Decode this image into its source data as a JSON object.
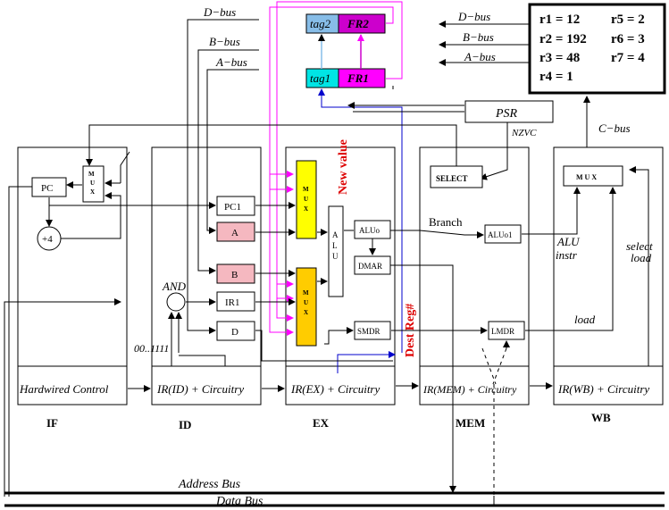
{
  "registers": {
    "r1": "r1 = 12",
    "r2": "r2 = 192",
    "r3": "r3 = 48",
    "r4": "r4 = 1",
    "r5": "r5 = 2",
    "r6": "r6 = 3",
    "r7": "r7 = 4"
  },
  "buses": {
    "d_bus": "D−bus",
    "b_bus": "B−bus",
    "a_bus": "A−bus",
    "c_bus": "C−bus",
    "address_bus": "Address Bus",
    "data_bus": "Data Bus"
  },
  "tags": {
    "tag2": "tag2",
    "fr2": "FR2",
    "tag1": "tag1",
    "fr1": "FR1"
  },
  "labels": {
    "psr": "PSR",
    "nzvc": "NZVC",
    "select": "SELECT",
    "branch": "Branch",
    "new_value": "New value",
    "dest_reg": "Dest Reg#",
    "and": "AND",
    "const_1111": "00..1111",
    "alu_instr_1": "ALU",
    "alu_instr_2": "instr",
    "select_load_1": "select",
    "select_load_2": "load",
    "load": "load"
  },
  "units": {
    "pc": "PC",
    "plus4": "+4",
    "mux": "M\nU\nX",
    "mux_wb": "M U X",
    "pc1": "PC1",
    "a": "A",
    "b": "B",
    "ir1": "IR1",
    "d": "D",
    "alu": "ALU",
    "aluo": "ALUo",
    "dmar": "DMAR",
    "smdr": "SMDR",
    "aluo1": "ALUo1",
    "lmdr": "LMDR"
  },
  "controls": {
    "hardwired": "Hardwired Control",
    "ir_id": "IR(ID) + Circuitry",
    "ir_ex": "IR(EX) + Circuitry",
    "ir_mem": "IR(MEM) + Circuitry",
    "ir_wb": "IR(WB) + Circuitry"
  },
  "stages": {
    "if": "IF",
    "id": "ID",
    "ex": "EX",
    "mem": "MEM",
    "wb": "WB"
  },
  "colors": {
    "tag2_fill": "#87bde8",
    "fr2_fill": "#cc00cc",
    "tag1_fill": "#00e5e5",
    "fr1_fill": "#ff00ff",
    "reg_fill": "#f5b8c0",
    "mux_yellow": "#ffff00",
    "mux_orange": "#ffcc00",
    "magenta_wire": "#ff00ff",
    "blue_wire": "#0000cc",
    "red_text": "#dd0000"
  }
}
